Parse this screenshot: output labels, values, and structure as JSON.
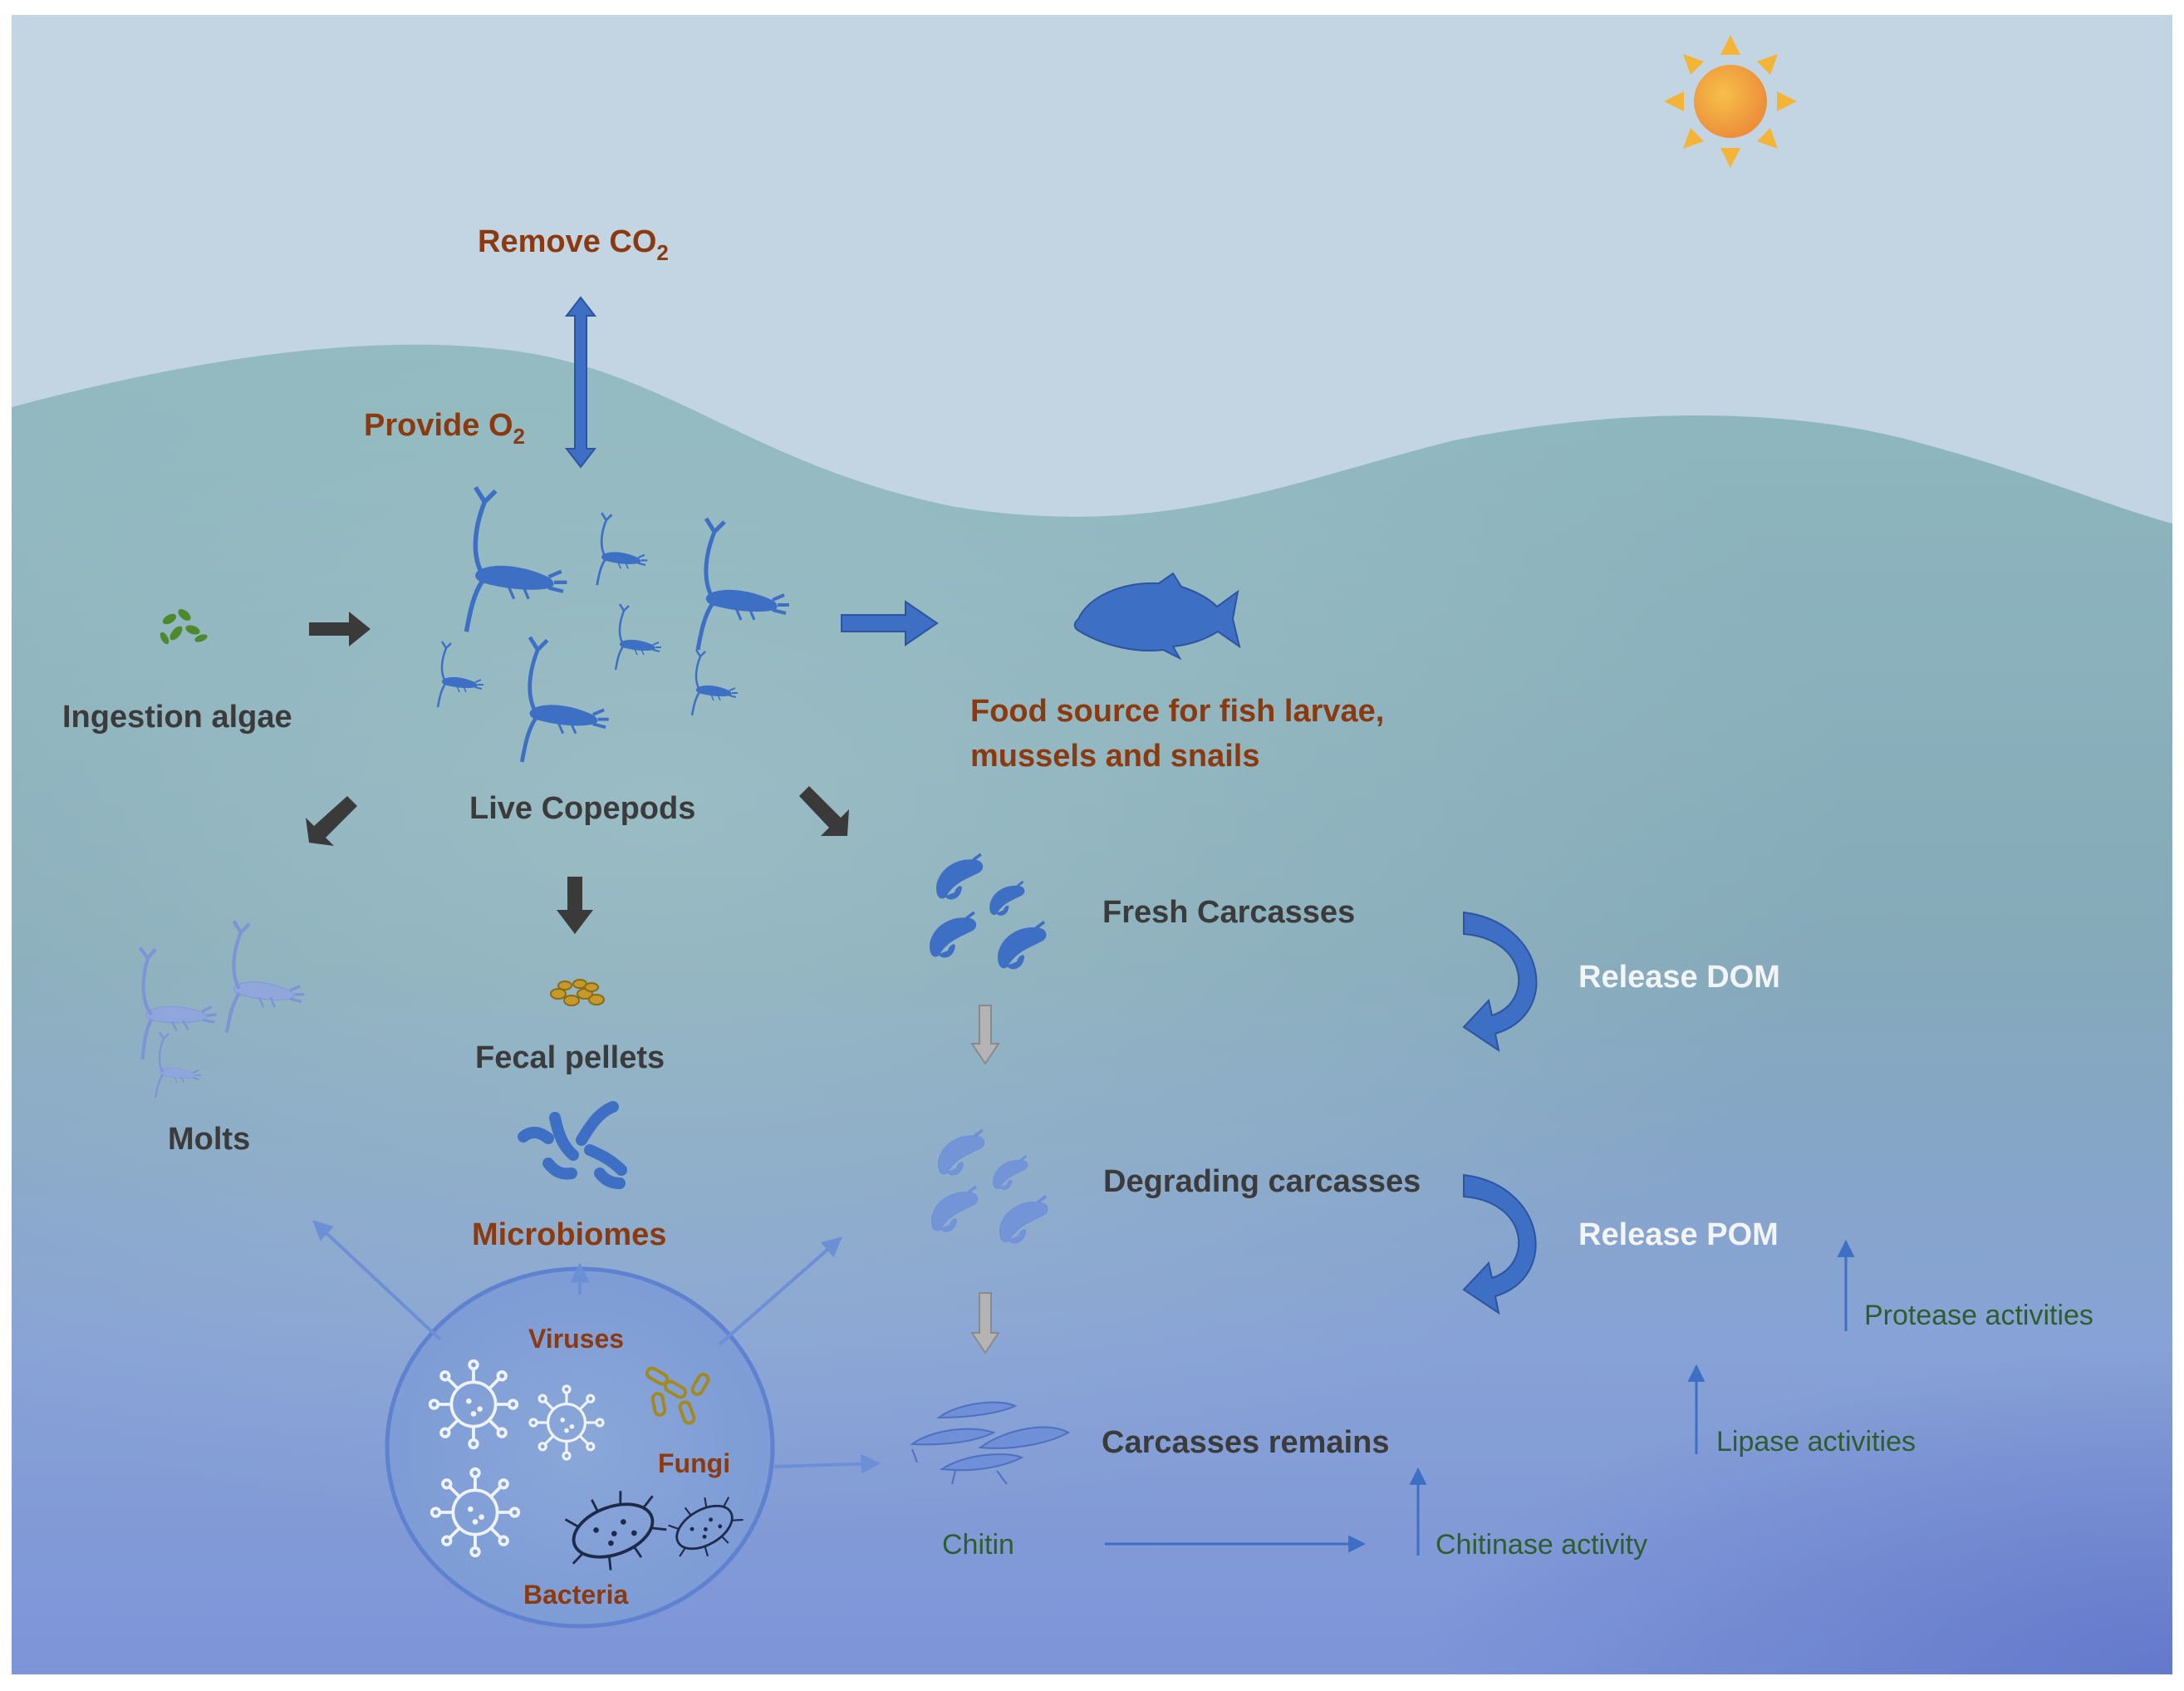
{
  "labels": {
    "remove_co2": "Remove CO",
    "remove_co2_sub": "2",
    "provide_o2": "Provide O",
    "provide_o2_sub": "2",
    "ingestion_algae": "Ingestion algae",
    "live_copepods": "Live Copepods",
    "food_source_line1": "Food source for fish larvae,",
    "food_source_line2": "mussels and snails",
    "molts": "Molts",
    "fecal_pellets": "Fecal pellets",
    "microbiomes": "Microbiomes",
    "fresh_carcasses": "Fresh Carcasses",
    "degrading_carcasses": "Degrading carcasses",
    "carcasses_remains": "Carcasses remains",
    "release_dom": "Release DOM",
    "release_pom": "Release POM",
    "viruses": "Viruses",
    "fungi": "Fungi",
    "bacteria": "Bacteria",
    "chitin": "Chitin",
    "chitinase_activity": "Chitinase activity",
    "lipase_activities": "Lipase activities",
    "protease_activities": "Protease activities"
  },
  "colors": {
    "sky": "#c3d5e2",
    "water_top": "#8fb4bd",
    "water_bottom": "#7f97d8",
    "organism_blue": "#3d6fc4",
    "dark_arrow": "#3a3a3a",
    "brown_text": "#8b3a0f",
    "dark_text": "#3b3b3b",
    "green_text": "#2e5e2e",
    "white_text": "#f2f4f8",
    "sun": "#f4b536"
  },
  "icons": [
    "sun-icon",
    "algae-icon",
    "copepod-icon",
    "fish-icon",
    "molt-icon",
    "fecal-pellet-icon",
    "microbe-icon",
    "carcass-icon",
    "virus-icon",
    "fungi-icon",
    "bacteria-icon"
  ]
}
